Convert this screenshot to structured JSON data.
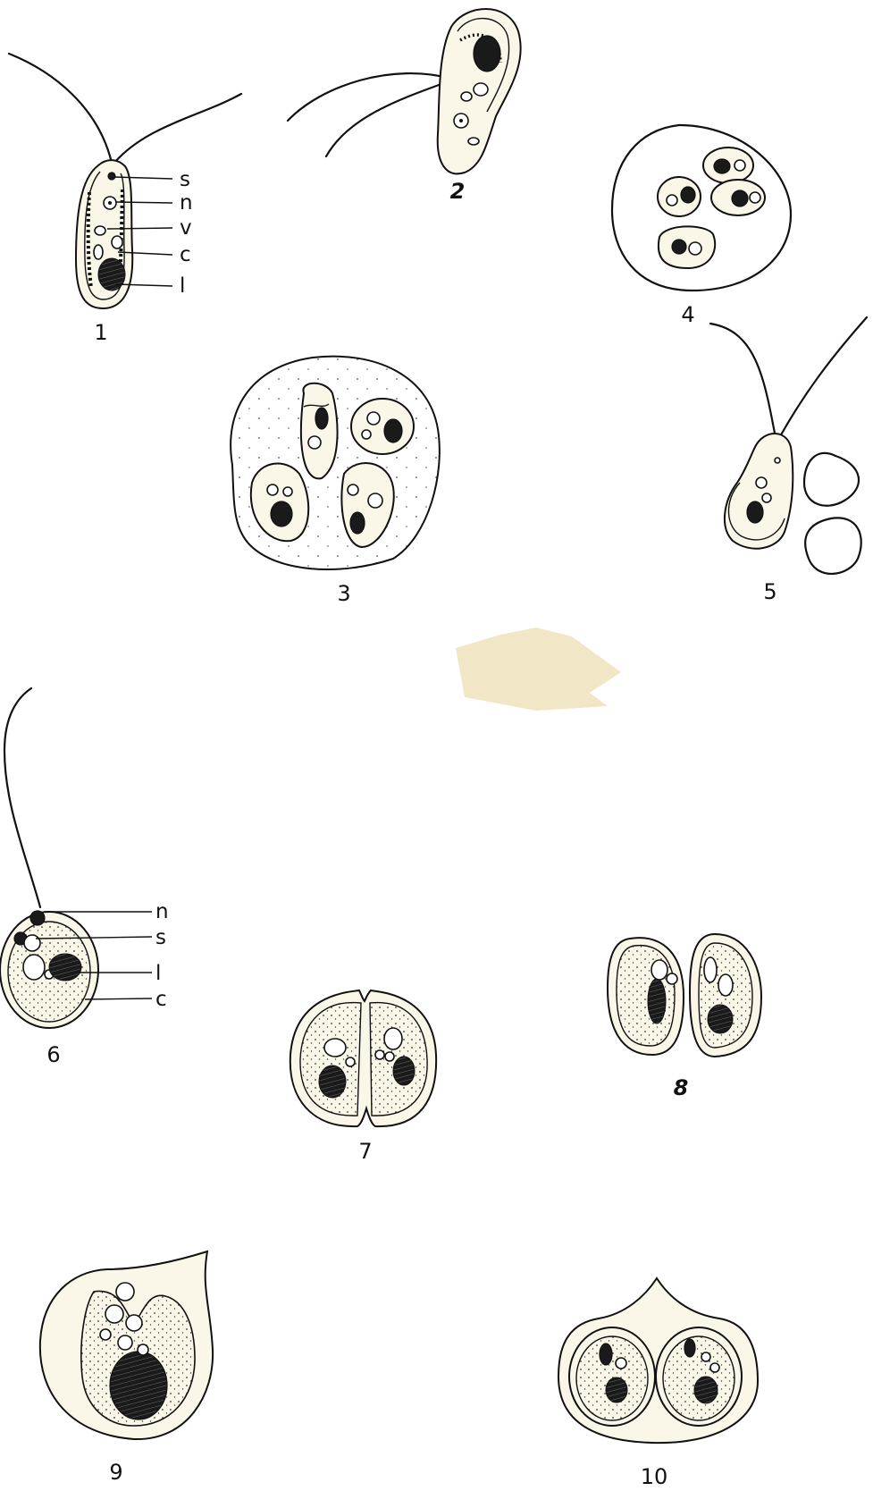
{
  "figures": [
    {
      "id": 1,
      "number_label": "1",
      "part_labels": [
        "s",
        "n",
        "v",
        "c",
        "l"
      ]
    },
    {
      "id": 2,
      "number_label": "2"
    },
    {
      "id": 3,
      "number_label": "3"
    },
    {
      "id": 4,
      "number_label": "4"
    },
    {
      "id": 5,
      "number_label": "5"
    },
    {
      "id": 6,
      "number_label": "6",
      "part_labels": [
        "n",
        "s",
        "l",
        "c"
      ]
    },
    {
      "id": 7,
      "number_label": "7"
    },
    {
      "id": 8,
      "number_label": "8"
    },
    {
      "id": 9,
      "number_label": "9"
    },
    {
      "id": 10,
      "number_label": "10"
    }
  ],
  "colors": {
    "ink": "#111111",
    "paper": "#ffffff",
    "cell_fill": "#fbf7e8",
    "stain": "#f1e6c6"
  }
}
